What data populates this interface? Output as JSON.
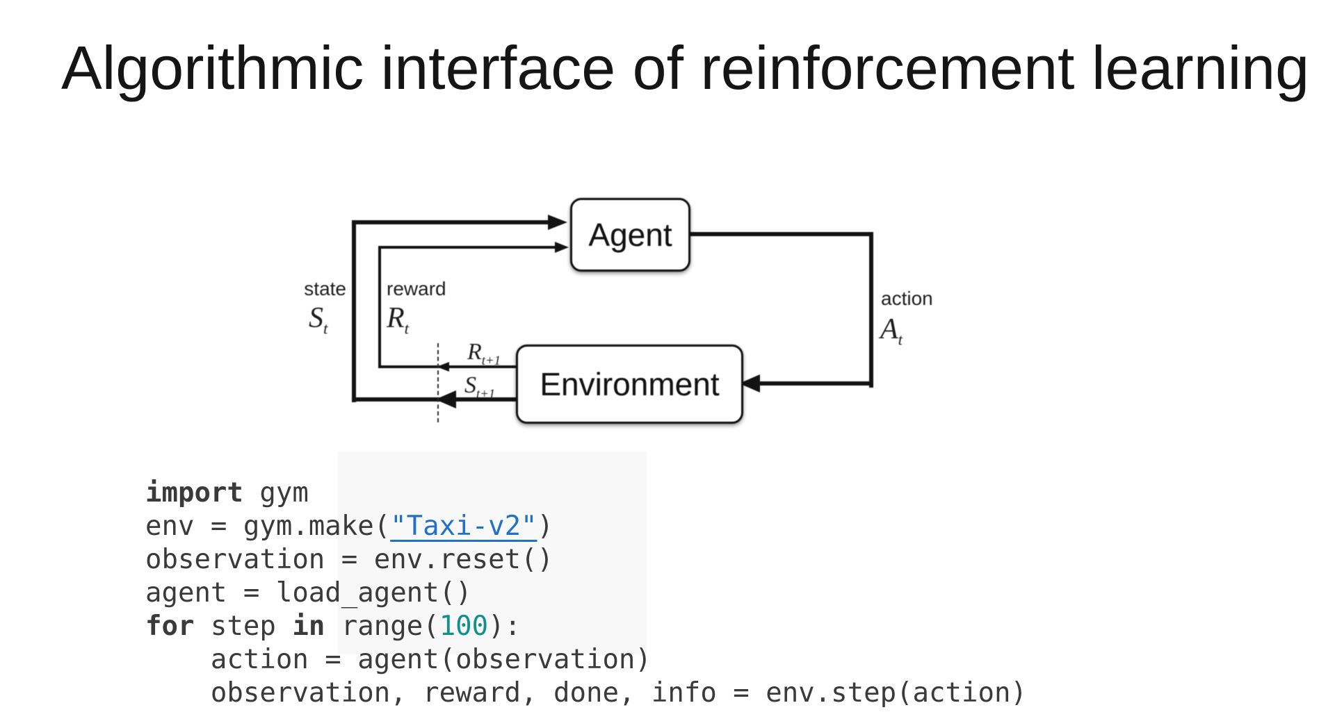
{
  "slide": {
    "title": "Algorithmic interface of reinforcement learning"
  },
  "diagram": {
    "agent_label": "Agent",
    "environment_label": "Environment",
    "state_label": "state",
    "reward_label": "reward",
    "action_label": "action",
    "symbols": {
      "state": {
        "base": "S",
        "sub": "t"
      },
      "reward": {
        "base": "R",
        "sub": "t"
      },
      "action": {
        "base": "A",
        "sub": "t"
      },
      "next_reward": {
        "base": "R",
        "sub": "t+1"
      },
      "next_state": {
        "base": "S",
        "sub": "t+1"
      }
    }
  },
  "code": {
    "lines": [
      [
        {
          "c": "k",
          "t": "import"
        },
        {
          "c": "p",
          "t": " gym"
        }
      ],
      [
        {
          "c": "p",
          "t": "env = gym.make("
        },
        {
          "c": "l",
          "t": "\"Taxi-v2\""
        },
        {
          "c": "p",
          "t": ")"
        }
      ],
      [
        {
          "c": "p",
          "t": "observation = env.reset()"
        }
      ],
      [
        {
          "c": "p",
          "t": "agent = load_agent()"
        }
      ],
      [
        {
          "c": "k",
          "t": "for"
        },
        {
          "c": "p",
          "t": " step "
        },
        {
          "c": "k",
          "t": "in"
        },
        {
          "c": "p",
          "t": " range("
        },
        {
          "c": "n",
          "t": "100"
        },
        {
          "c": "p",
          "t": "):"
        }
      ],
      [
        {
          "c": "p",
          "t": "    action = agent(observation)"
        }
      ],
      [
        {
          "c": "p",
          "t": "    observation, reward, done, info = env.step(action)"
        }
      ]
    ]
  },
  "colors": {
    "line_black": "#131313",
    "code_text": "#3a3a3a",
    "link_blue": "#2171c7",
    "number_teal": "#12908a"
  }
}
